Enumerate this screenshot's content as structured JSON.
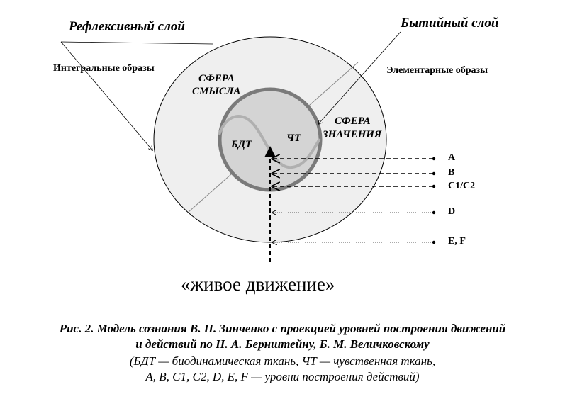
{
  "labels": {
    "reflexive_layer": "Рефлексивный слой",
    "existential_layer": "Бытийный слой",
    "integral_images": "Интегральные образы",
    "elementary_images": "Элементарные образы",
    "sphere_meaning_1": "СФЕРА",
    "sphere_meaning_2": "СМЫСЛА",
    "sphere_significance_1": "СФЕРА",
    "sphere_significance_2": "ЗНАЧЕНИЯ",
    "bdt": "БДТ",
    "cht": "ЧТ",
    "living_movement": "«живое движение»"
  },
  "levels": [
    "A",
    "B",
    "C1/C2",
    "D",
    "E, F"
  ],
  "caption": {
    "title_line1": "Рис. 2. Модель сознания В. П. Зинченко с проекцией уровней построения движений",
    "title_line2": "и действий по Н. А. Бернштейну, Б. М. Величковскому",
    "note_line1": "(БДТ  — биодинамическая ткань, ЧТ  — чувственная ткань,",
    "note_line2": "A, B, C1, C2, D, E, F  — уровни построения действий)"
  }
}
